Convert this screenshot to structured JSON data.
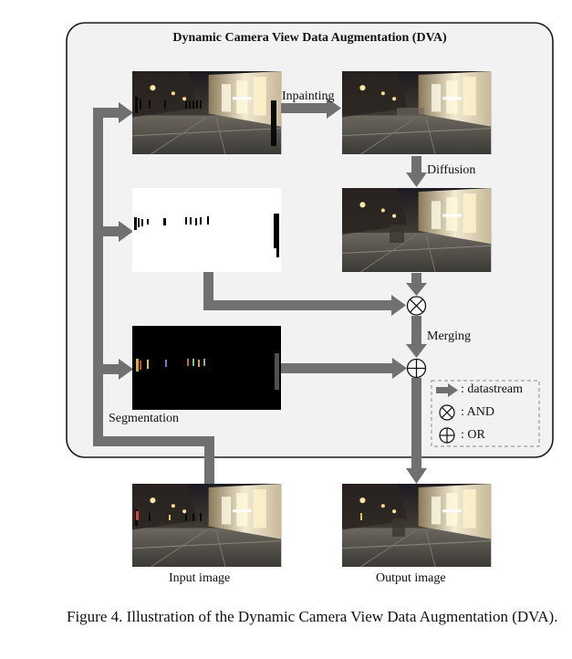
{
  "title": "Dynamic Camera View Data Augmentation (DVA)",
  "labels": {
    "inpainting": "Inpainting",
    "diffusion": "Diffusion",
    "merging": "Merging",
    "segmentation": "Segmentation",
    "input_image": "Input image",
    "output_image": "Output image"
  },
  "legend": {
    "datastream": ": datastream",
    "and": ": AND",
    "or": ": OR"
  },
  "caption": "Figure 4. Illustration of the Dynamic Camera View Data Augmentation (DVA).",
  "colors": {
    "arrow": "#707070",
    "panel_bg": "#f2f2f2",
    "panel_border": "#1a1a1a"
  }
}
